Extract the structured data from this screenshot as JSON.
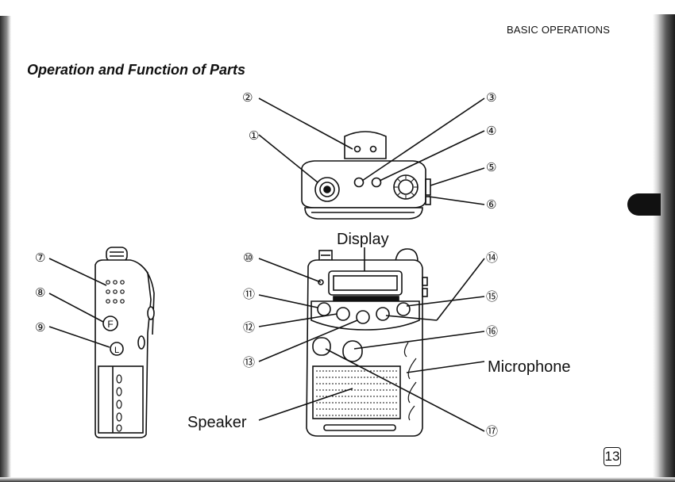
{
  "header": {
    "section": "BASIC OPERATIONS"
  },
  "title": "Operation and Function of Parts",
  "callouts": [
    "①",
    "②",
    "③",
    "④",
    "⑤",
    "⑥",
    "⑦",
    "⑧",
    "⑨",
    "⑩",
    "⑪",
    "⑫",
    "⑬",
    "⑭",
    "⑮",
    "⑯",
    "⑰"
  ],
  "labels": {
    "display": "Display",
    "microphone": "Microphone",
    "speaker": "Speaker"
  },
  "page_number": "13",
  "button_glyphs": {
    "f_key": "F",
    "l_key": "L"
  }
}
